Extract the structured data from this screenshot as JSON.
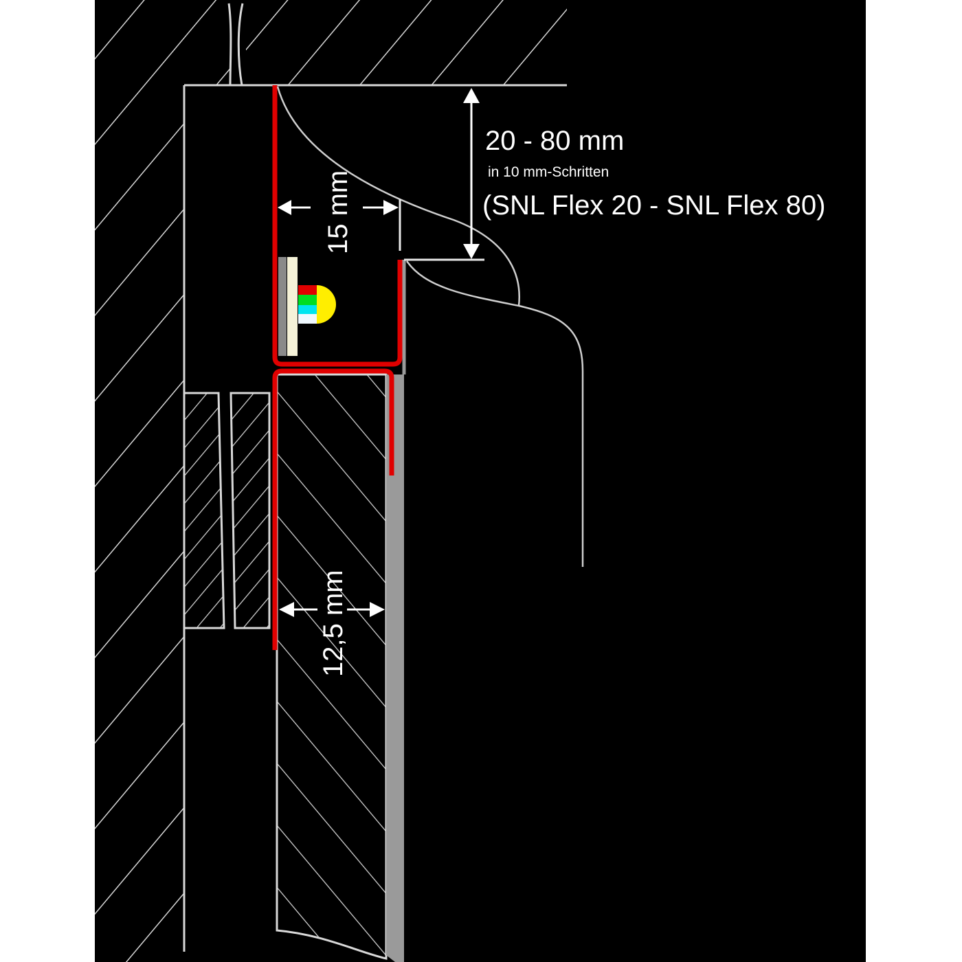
{
  "diagram": {
    "type": "cross-section",
    "subject": "LED shadow-gap ceiling profile (SNL Flex)",
    "colors": {
      "background": "#000000",
      "page": "#ffffff",
      "line": "#d8d8d8",
      "profile": "#e00000",
      "drywall_edge": "#9a9a9a",
      "led_strip_base": "#f5f2d8",
      "led_strip_back": "#8a8a8a",
      "led_dome": "#ffee00",
      "led_red": "#e00000",
      "led_green": "#00dd22",
      "led_cyan": "#00e5f0",
      "led_white": "#f0f8ff"
    },
    "dimensions": {
      "height": {
        "value": "20 - 80 mm",
        "note": "in 10 mm-Schritten",
        "models": "(SNL Flex 20 - SNL Flex 80)"
      },
      "gap_width": {
        "value": "15 mm"
      },
      "board_thickness": {
        "value": "12,5 mm"
      }
    },
    "components": [
      {
        "id": "ceiling-slab",
        "label": "ceiling (hatched)"
      },
      {
        "id": "wall",
        "label": "wall (hatched)"
      },
      {
        "id": "aluminium-profile",
        "label": "profile (red)"
      },
      {
        "id": "led-strip",
        "label": "RGBW LED strip"
      },
      {
        "id": "plasterboard",
        "label": "plasterboard 12,5 mm (hatched)"
      },
      {
        "id": "wooden-battens",
        "label": "battens (hatched)"
      },
      {
        "id": "curtain",
        "label": "curtain (curved lines)"
      },
      {
        "id": "cable",
        "label": "supply cable"
      }
    ]
  }
}
